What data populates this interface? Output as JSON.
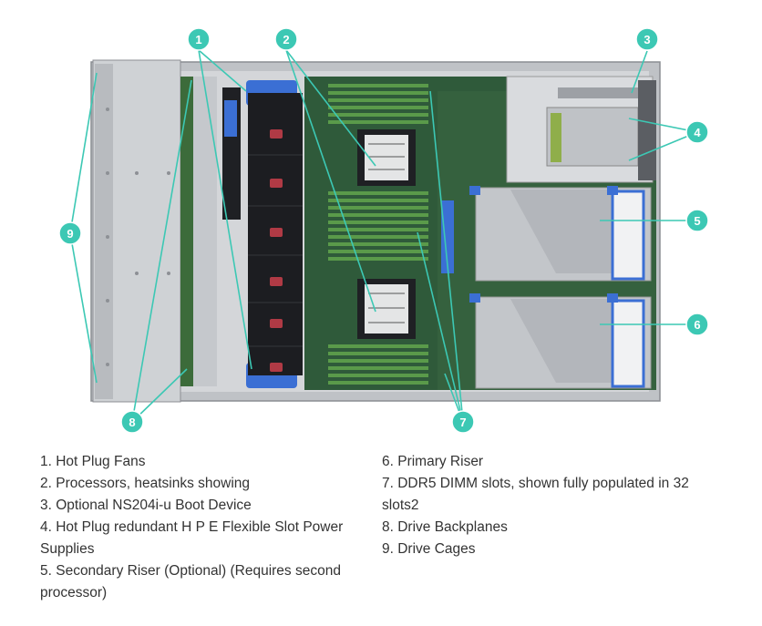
{
  "callouts": [
    {
      "num": "1",
      "label": "Hot Plug Fans"
    },
    {
      "num": "2",
      "label": "Processors, heatsinks showing"
    },
    {
      "num": "3",
      "label": "Optional NS204i-u Boot Device"
    },
    {
      "num": "4",
      "label": "Hot Plug redundant H P E Flexible Slot Power Supplies"
    },
    {
      "num": "5",
      "label": "Secondary Riser (Optional) (Requires second processor)"
    },
    {
      "num": "6",
      "label": "Primary Riser"
    },
    {
      "num": "7",
      "label": "DDR5 DIMM slots, shown fully populated in 32 slots2"
    },
    {
      "num": "8",
      "label": "Drive Backplanes"
    },
    {
      "num": "9",
      "label": "Drive Cages"
    }
  ],
  "legend_left": [
    "1. Hot Plug Fans",
    "2. Processors, heatsinks showing",
    "3. Optional NS204i-u Boot Device",
    "4. Hot Plug redundant H P E Flexible Slot Power Supplies",
    "5. Secondary Riser (Optional) (Requires second processor)"
  ],
  "legend_right": [
    "6. Primary Riser",
    "7. DDR5 DIMM slots, shown fully populated in 32 slots2",
    "8. Drive Backplanes",
    "9. Drive Cages"
  ],
  "colors": {
    "callout": "#3cc8b4",
    "chassis": "#c9ccd0",
    "board": "#2f5a3a",
    "dimm": "#5a9a4a",
    "fan": "#1e1e22",
    "blue": "#3b6fd4",
    "riser": "#b9bcc1"
  }
}
